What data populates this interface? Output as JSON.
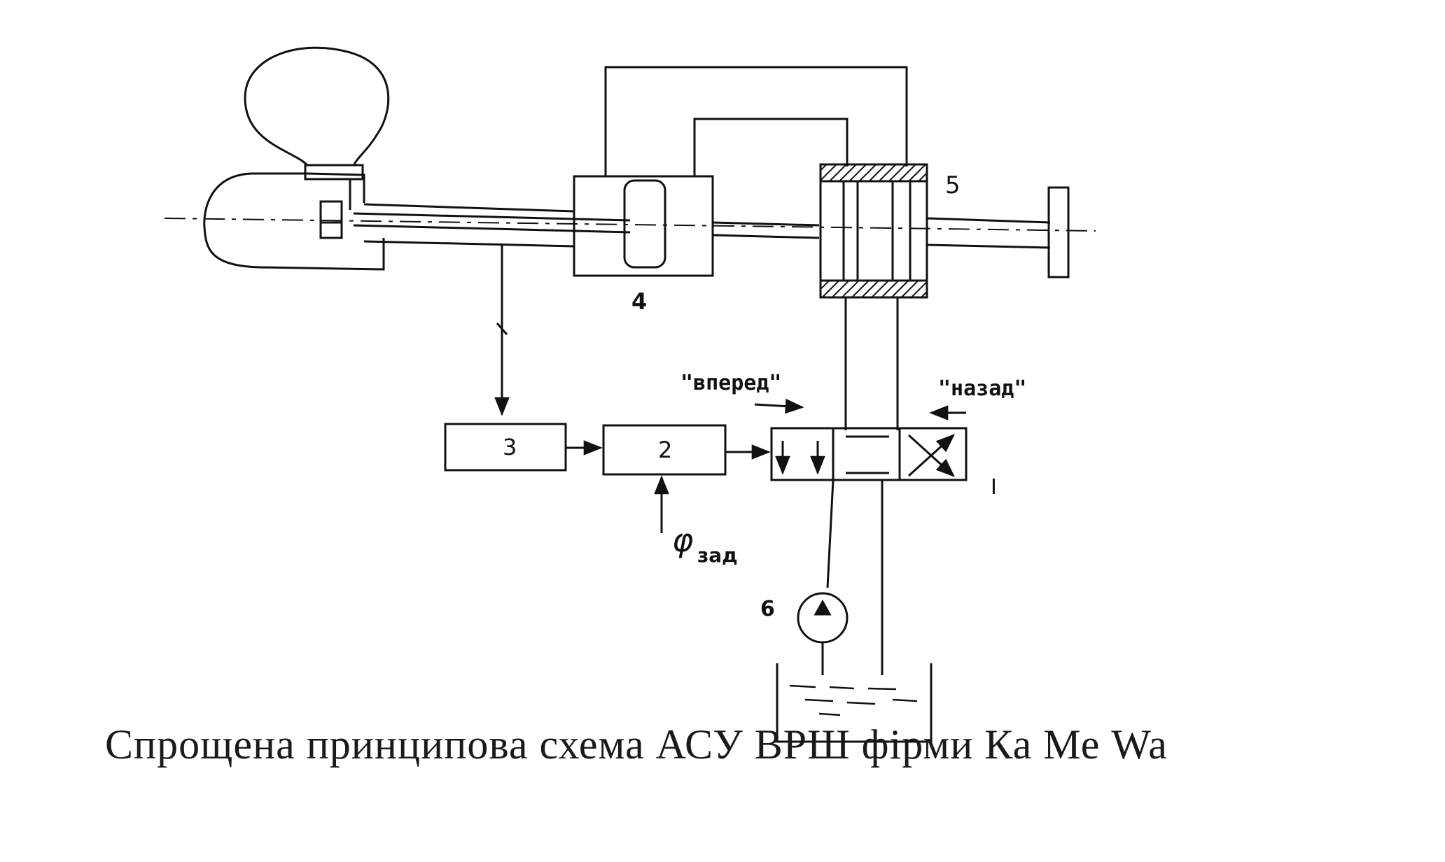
{
  "diagram": {
    "labels": {
      "n1": "I",
      "n2": "2",
      "n3": "3",
      "n4": "4",
      "n5": "5",
      "n6": "6",
      "forward": "\"вперед\"",
      "backward": "\"назад\"",
      "phi": "φ",
      "phi_sub": "зад"
    },
    "caption": "Спрощена принципова схема АСУ ВРШ фірми Ка Ме Wa"
  }
}
